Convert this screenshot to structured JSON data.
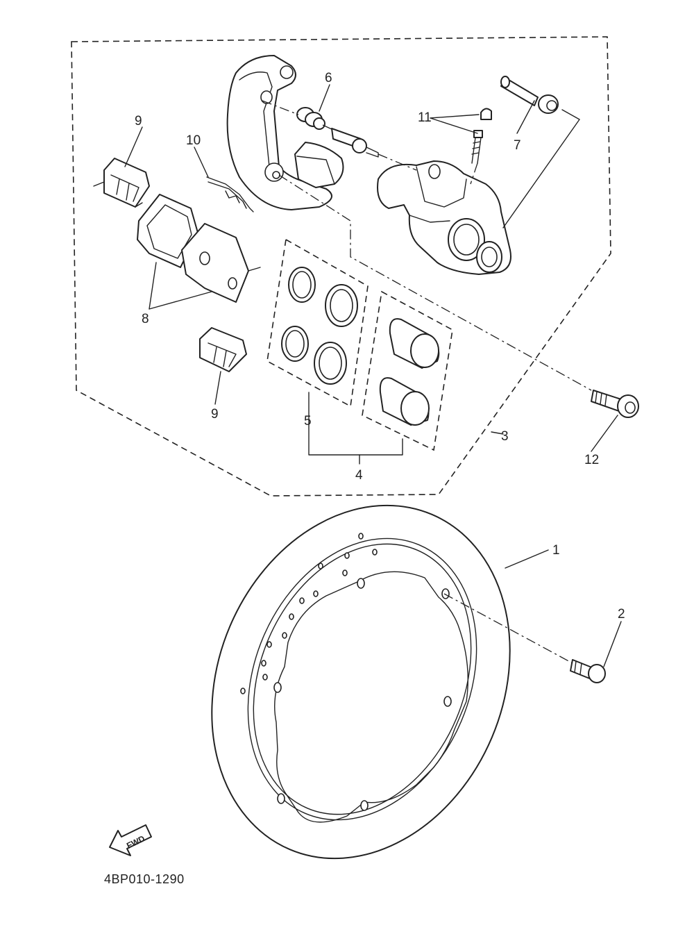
{
  "callouts": {
    "c1": "1",
    "c2": "2",
    "c3": "3",
    "c4": "4",
    "c5": "5",
    "c6": "6",
    "c7": "7",
    "c8": "8",
    "c9a": "9",
    "c9b": "9",
    "c10": "10",
    "c11": "11",
    "c12": "12"
  },
  "fwd_label": "FWD",
  "diagram_code": "4BP010-1290"
}
